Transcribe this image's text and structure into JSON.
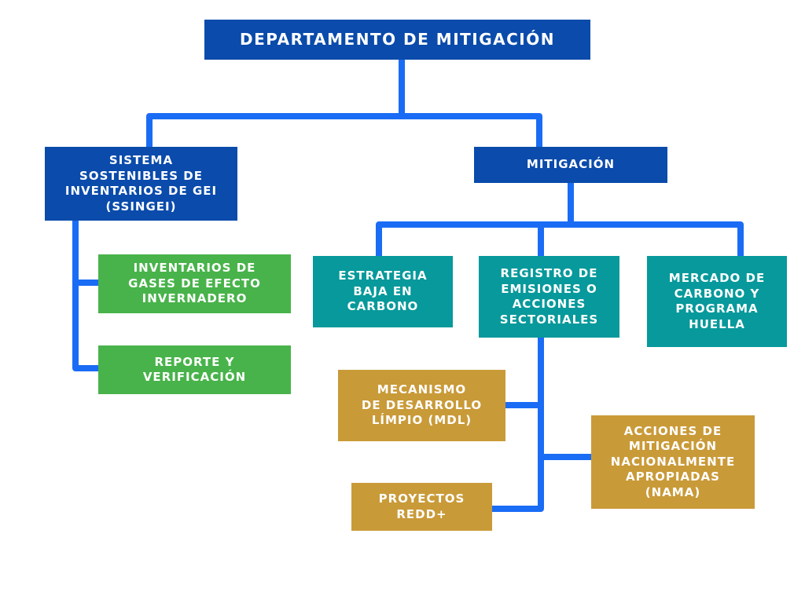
{
  "colors": {
    "navy": "#0a4bab",
    "connector_blue": "#1a6cf5",
    "green": "#48b34a",
    "teal": "#07999b",
    "gold": "#c99a38"
  },
  "nodes": {
    "root": "DEPARTAMENTO DE MITIGACIÓN",
    "ssingei": "SISTEMA\nSOSTENIBLES DE\nINVENTARIOS DE GEI\n(SSINGEI)",
    "mitigacion": "MITIGACIÓN",
    "inventarios": "INVENTARIOS DE\nGASES DE EFECTO\nINVERNADERO",
    "reporte": "REPORTE Y\nVERIFICACIÓN",
    "estrategia": "ESTRATEGIA\nBAJA EN\nCARBONO",
    "registro": "REGISTRO DE\nEMISIONES O\nACCIONES\nSECTORIALES",
    "mercado": "MERCADO DE\nCARBONO Y\nPROGRAMA\nHUELLA",
    "mdl": "MECANISMO\nDE DESARROLLO\nLÍMPIO (MDL)",
    "nama": "ACCIONES DE\nMITIGACIÓN\nNACIONALMENTE\nAPROPIADAS\n(NAMA)",
    "redd": "PROYECTOS\nREDD+"
  }
}
